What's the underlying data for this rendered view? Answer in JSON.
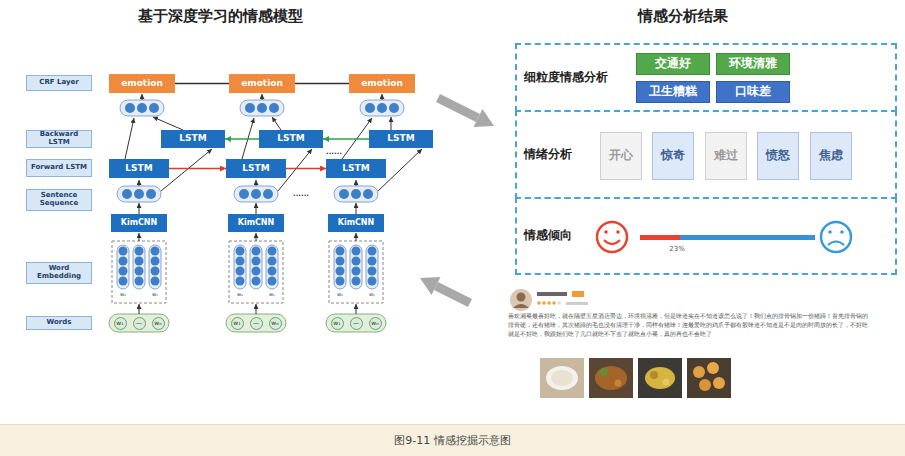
{
  "diagram": {
    "caption": "图9-11 情感挖掘示意图",
    "nodes": [
      {
        "text": [
          "CRF Layer"
        ]
      },
      {
        "text": [
          "Backward LSTM"
        ]
      },
      {
        "text": [
          "Forward LSTM"
        ]
      },
      {
        "text": [
          "Sentence Sequence"
        ]
      },
      {
        "text": [
          "Word Embedding"
        ]
      },
      {
        "text": [
          "Words"
        ]
      },
      {
        "text": [
          "emotion"
        ]
      },
      {
        "text": [
          "emotion"
        ]
      },
      {
        "text": [
          "emotion"
        ]
      },
      {
        "text": [
          "LSTM"
        ]
      },
      {
        "text": [
          "LSTM"
        ]
      },
      {
        "text": [
          "LSTM"
        ]
      },
      {
        "text": [
          "LSTM"
        ]
      },
      {
        "text": [
          "LSTM"
        ]
      },
      {
        "text": [
          "LSTM"
        ]
      },
      {
        "text": [
          "KimCNN"
        ]
      },
      {
        "text": [
          "KimCNN"
        ]
      },
      {
        "text": [
          "KimCNN"
        ]
      },
      {
        "text": [
          "w₁"
        ]
      },
      {
        "text": [
          "—"
        ]
      },
      {
        "text": [
          "wₙ"
        ]
      },
      {
        "text": [
          "w₁"
        ]
      },
      {
        "text": [
          "—"
        ]
      },
      {
        "text": [
          "wₙ"
        ]
      },
      {
        "text": [
          "w₁"
        ]
      },
      {
        "text": [
          "—"
        ]
      },
      {
        "text": [
          "wₙ"
        ]
      },
      {
        "text": [
          "细粒度情感分析"
        ]
      },
      {
        "text": [
          "交通好"
        ],
        "in": 27
      },
      {
        "text": [
          "环境清雅"
        ],
        "in": 27
      },
      {
        "text": [
          "卫生糟糕"
        ],
        "in": 27
      },
      {
        "text": [
          "口味差"
        ],
        "in": 27
      },
      {
        "text": [
          "情绪分析"
        ]
      },
      {
        "text": [
          "开心"
        ],
        "in": 32
      },
      {
        "text": [
          "惊奇"
        ],
        "in": 32
      },
      {
        "text": [
          "难过"
        ],
        "in": 32
      },
      {
        "text": [
          "愤怒"
        ],
        "in": 32
      },
      {
        "text": [
          "焦虑"
        ],
        "in": 32
      },
      {
        "text": [
          "情感倾向"
        ]
      }
    ],
    "edges": [
      {
        "from": 12,
        "to": 13,
        "arrow": "to"
      },
      {
        "from": 13,
        "to": 14,
        "arrow": "to"
      },
      {
        "from": 11,
        "to": 10,
        "arrow": "to"
      },
      {
        "from": 10,
        "to": 9,
        "arrow": "to"
      },
      {
        "from": 6,
        "to": 7,
        "arrow": "none"
      },
      {
        "from": 7,
        "to": 8,
        "arrow": "none"
      }
    ],
    "labels": [
      "基于深度学习的情感模型",
      "情感分析结果",
      "......",
      "......",
      "w₁",
      "wₙ",
      "w₁",
      "wₙ",
      "w₁",
      "wₙ",
      "23%",
      "喜欢湘菜最喜好吃，就在隔壁五星酒店旁边，环境很清雅，但是味道实在不知道该怎么说了！我们点的排骨锅加一份猪蹄！首先排骨锅的排骨硬，还有猪味，其次猪蹄的毛也没有清理干净，同样有猪味！连最爱吃的鸡爪子都有股味道不知道是不是肉的时间放的长了，不好吃就是不好吃，我跟姐们吃了几口就吃不下去了就吃点小菜，真的再也不会吃了"
    ]
  }
}
